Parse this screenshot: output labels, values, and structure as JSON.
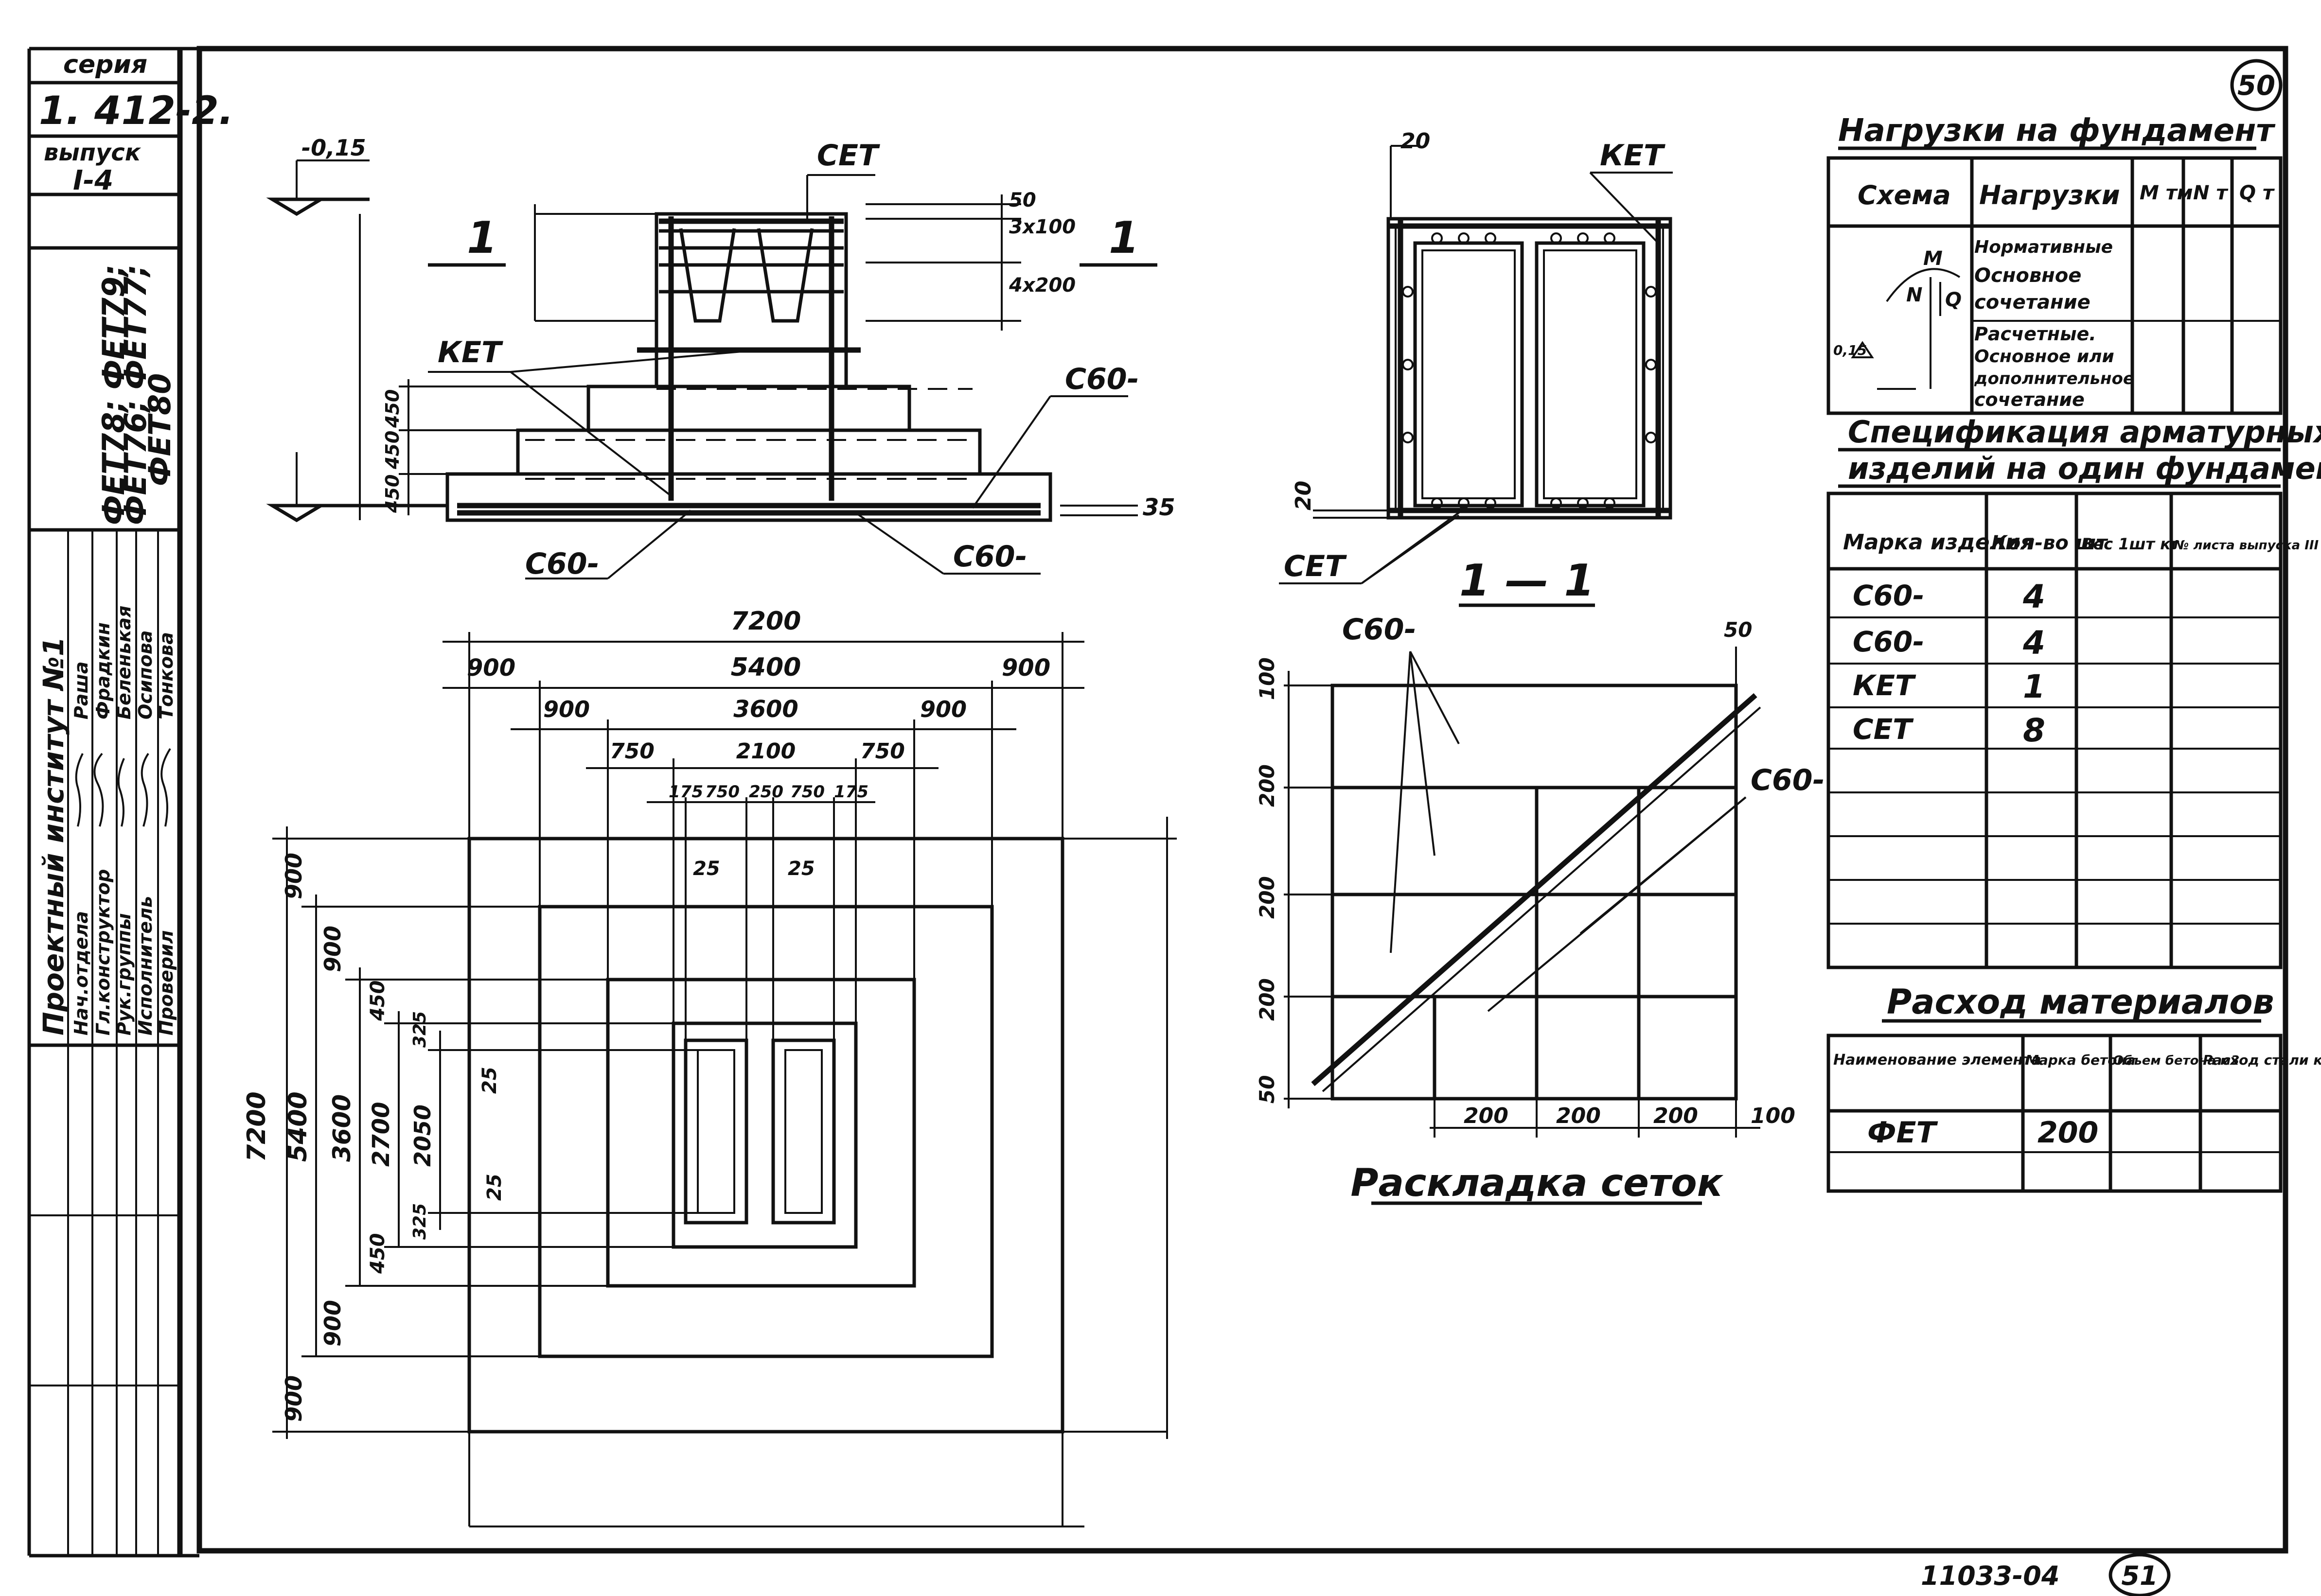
{
  "title_block": {
    "series_label": "серия",
    "series_value": "1. 412-2.",
    "issue_label": "выпуск",
    "issue_value": "I-4",
    "marks_line1": "ФЕТ76; ФЕТ77;",
    "marks_line2": "ФЕТ78; ФЕТ79;",
    "marks_line3": "ФЕТ80",
    "institute": "Проектный институт №1",
    "roles": [
      "Нач.отдела",
      "Гл.конструктор",
      "Рук.группы",
      "Исполнитель",
      "Проверил"
    ],
    "names": [
      "Раша",
      "Фрадкин",
      "Беленькая",
      "Осипова",
      "Тонкова"
    ]
  },
  "sheet_number": "50",
  "bottom_code": "11033-04",
  "bottom_page": "51",
  "section_view": {
    "section_marker_left": "1",
    "section_marker_right": "1",
    "elevation": "-0,15",
    "label_cet": "СЕТ",
    "label_ket": "КЕТ",
    "label_c60_right": "С60-",
    "label_c60_bottom_left": "С60-",
    "label_c60_bottom_right": "С60-",
    "dim_50": "50",
    "dim_3x100": "3x100",
    "dim_4x200": "4x200",
    "dim_450a": "450",
    "dim_450b": "450",
    "dim_450c": "450",
    "dim_35": "35"
  },
  "section_1_1": {
    "title": "1 — 1",
    "label_ket": "КЕТ",
    "label_cet": "СЕТ",
    "dim_20_top": "20",
    "dim_20_left": "20"
  },
  "plan_view": {
    "dim_7200_top": "7200",
    "dim_5400_top": "5400",
    "dim_900_tl": "900",
    "dim_900_tr": "900",
    "dim_3600_top": "3600",
    "dim_900_tl2": "900",
    "dim_900_tr2": "900",
    "dim_2100_top": "2100",
    "dim_750_tl": "750",
    "dim_750_tr": "750",
    "dim_small_row": [
      "175",
      "750",
      "250",
      "750",
      "175"
    ],
    "dim_25_a": "25",
    "dim_25_b": "25",
    "dim_25_c": "25",
    "dim_25_d": "25",
    "dim_7200_left": "7200",
    "dim_5400_left": "5400",
    "dim_3600_left": "3600",
    "dim_2700_left": "2700",
    "dim_2050_left": "2050",
    "dim_900_l1": "900",
    "dim_900_l2": "900",
    "dim_900_l3": "900",
    "dim_900_l4": "900",
    "dim_450_l1": "450",
    "dim_450_l2": "450",
    "dim_325_l1": "325",
    "dim_325_l2": "325"
  },
  "mesh_layout": {
    "title": "Раскладка сеток",
    "label_c60_top": "С60-",
    "label_c60_right": "С60-",
    "dim_100": "100",
    "dim_200a": "200",
    "dim_200b": "200",
    "dim_200c": "200",
    "dim_50_left": "50",
    "dim_50_top": "50",
    "dim_bottom": [
      "200",
      "200",
      "200",
      "100"
    ]
  },
  "loads_table": {
    "title": "Нагрузки на фундамент",
    "headers": [
      "Схема",
      "Нагрузки",
      "M тм",
      "N т",
      "Q т"
    ],
    "row1": [
      "Нормативные",
      "Основное",
      "сочетание"
    ],
    "row2": [
      "Расчетные.",
      "Основное или",
      "дополнительное",
      "сочетание"
    ],
    "scheme_labels": [
      "M",
      "N",
      "Q",
      "0,15"
    ]
  },
  "spec_table": {
    "title_line1": "Спецификация арматурных",
    "title_line2": "изделий на один фундамент",
    "headers": [
      "Марка изделия",
      "Кол-во шт",
      "Вес 1шт кг",
      "№ листа выпуска III"
    ],
    "rows": [
      {
        "mark": "С60-",
        "qty": "4"
      },
      {
        "mark": "С60-",
        "qty": "4"
      },
      {
        "mark": "КЕТ",
        "qty": "1"
      },
      {
        "mark": "СЕТ",
        "qty": "8"
      }
    ]
  },
  "materials_table": {
    "title": "Расход материалов",
    "headers": [
      "Наименование элемента",
      "Марка бетона",
      "Объем бетона м3",
      "Расход стали кг"
    ],
    "row": {
      "element": "ФЕТ",
      "grade": "200"
    }
  }
}
